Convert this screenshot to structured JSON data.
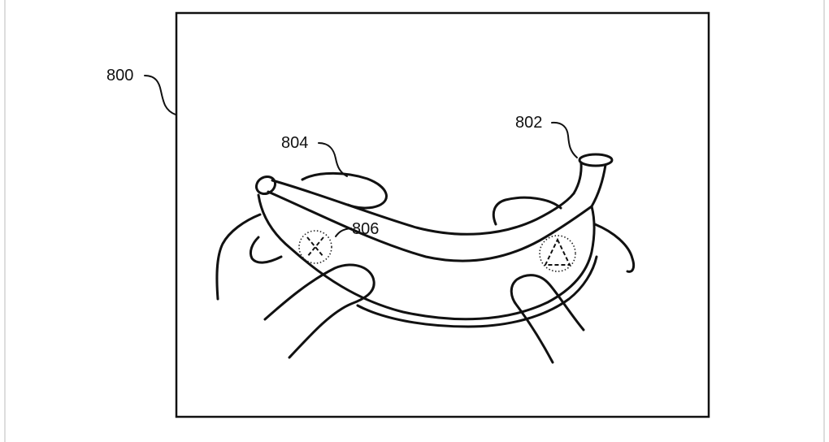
{
  "figure": {
    "labels": {
      "frame": "800",
      "banana": "802",
      "hand": "804",
      "button_marker": "806"
    },
    "buttons": [
      {
        "symbol": "cross",
        "name": "x-button-icon"
      },
      {
        "symbol": "triangle",
        "name": "triangle-button-icon"
      }
    ],
    "colors": {
      "ink": "#111111",
      "background": "#ffffff"
    }
  }
}
